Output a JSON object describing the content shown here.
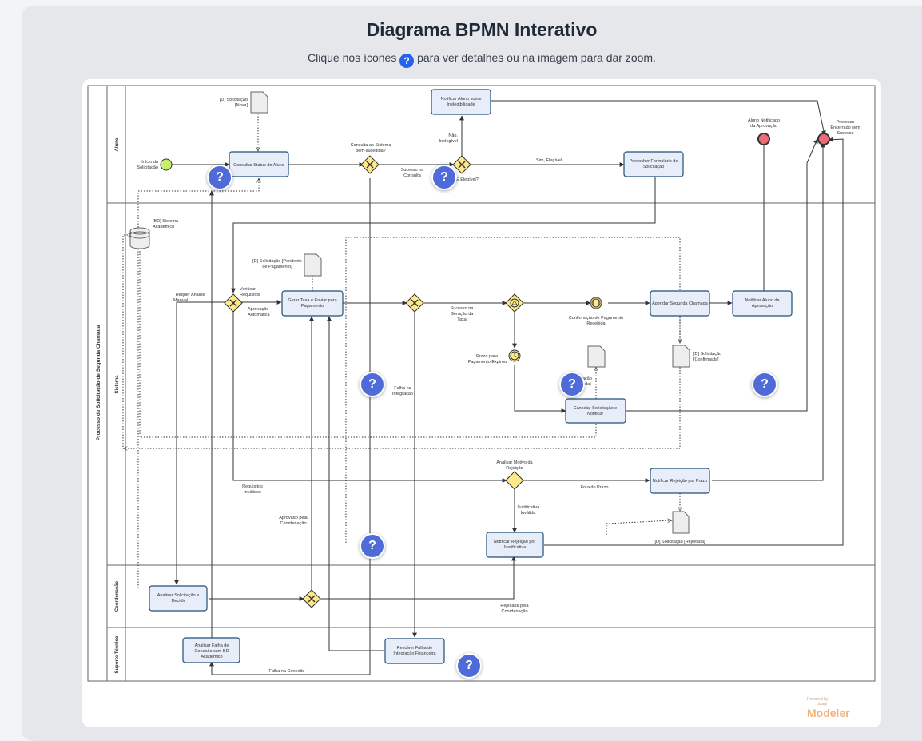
{
  "page": {
    "title": "Diagrama BPMN Interativo",
    "subtitle_pre": "Clique nos ícones",
    "subtitle_help": "?",
    "subtitle_post": "para ver detalhes ou na imagem para dar zoom."
  },
  "pool": {
    "name": "Processo de Solicitação de Segunda Chamada",
    "lanes": [
      "Aluno",
      "Sistema",
      "Coordenação",
      "Suporte Técnico"
    ]
  },
  "tasks": {
    "consultar_status": "Consultar Status do Aluno",
    "notificar_inelegibilidade": [
      "Notificar Aluno sobre",
      "Inelegibilidade"
    ],
    "preencher_formulario": [
      "Preencher Formulário de",
      "Solicitação"
    ],
    "gerar_taxa": [
      "Gerar Taxa e Enviar para",
      "Pagamento"
    ],
    "agendar_chamada": "Agendar Segunda Chamada",
    "notificar_aprovacao": [
      "Notificar Aluno da",
      "Aprovação"
    ],
    "cancelar_solicitacao": [
      "Cancelar Solicitação e",
      "Notificar"
    ],
    "notificar_rejeicao_prazo": "Notificar Rejeição por Prazo",
    "notificar_rejeicao_justificativa": [
      "Notificar Rejeição por",
      "Justificativa"
    ],
    "analisar_solicitacao": [
      "Analisar Solicitação e",
      "Decidir"
    ],
    "analisar_falha_conexao": [
      "Analisar Falha de",
      "Conexão com BD",
      "Acadêmico"
    ],
    "resolver_falha_integracao": [
      "Resolver Falha de",
      "Integração Financeira"
    ]
  },
  "labels": {
    "inicio": [
      "Início da",
      "Solicitação"
    ],
    "doc_nova": [
      "[D] Solicitação",
      "[Nova]"
    ],
    "consulta_gw": [
      "Consulta ao Sistema",
      "bem-sucedida?"
    ],
    "sucesso_consulta": [
      "Sucesso na",
      "Consulta"
    ],
    "nao_elegivel": [
      "Não,",
      "Inelegível"
    ],
    "elegivel_gw": "É Elegível?",
    "sim_elegivel": "Sim, Elegível",
    "aluno_notificado": [
      "Aluno Notificado",
      "da Aprovação"
    ],
    "processo_encerrado": [
      "Processo",
      "Encerrado sem",
      "Sucesso"
    ],
    "bd_sistema": [
      "[BD] Sistema",
      "Acadêmico"
    ],
    "doc_pendente": [
      "[D] Solicitação [Pendente",
      "de Pagamento]"
    ],
    "requer_analise": [
      "Requer Análise",
      "Manual"
    ],
    "verificar_requisitos": [
      "Verificar",
      "Requisitos"
    ],
    "aprovacao_automatica": [
      "Aprovação",
      "Automática"
    ],
    "sucesso_taxa": [
      "Sucesso na",
      "Geração da",
      "Taxa"
    ],
    "confirmacao_pagamento": [
      "Confirmação de Pagamento",
      "Recebida"
    ],
    "doc_confirmada": [
      "[D] Solicitação",
      "[Confirmada]"
    ],
    "prazo_pagamento": [
      "Prazo para",
      "Pagamento Expirou"
    ],
    "doc_cancelada": [
      "ação",
      "ada]"
    ],
    "falha_integracao": [
      "Falha na",
      "Integração"
    ],
    "analisar_motivo": [
      "Analisar Motivo da",
      "Rejeição"
    ],
    "fora_prazo": "Fora do Prazo",
    "requisitos_invalidos": [
      "Requisitos",
      "Inválidos"
    ],
    "justificativa_invalida": [
      "Justificativa",
      "Inválida"
    ],
    "aprovado_coordenacao": [
      "Aprovado pela",
      "Coordenação"
    ],
    "doc_rejeitada": "[D] Solicitação [Rejeitada]",
    "rejeitada_coordenacao": [
      "Rejeitada pela",
      "Coordenação"
    ],
    "falha_conexao": "Falha na Conexão"
  },
  "help_icon": "?",
  "logo": {
    "powered": "Powered by",
    "sub": "bizagi",
    "name": "Modeler"
  },
  "colors": {
    "task_fill": "#e8eef9",
    "task_stroke": "#1f4e79",
    "start_fill": "#c6f06a",
    "end_fill": "#ef6b73",
    "gateway_fill": "#fde98a",
    "help_blue": "#4f6bd8"
  }
}
